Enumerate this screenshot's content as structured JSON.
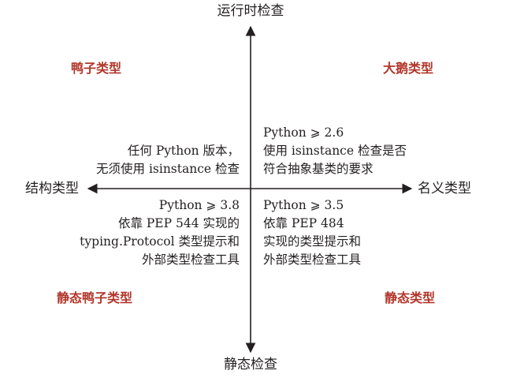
{
  "axes": {
    "top": "运行时检查",
    "bottom": "静态检查",
    "left": "结构类型",
    "right": "名义类型"
  },
  "quadrants": {
    "top_left": "鸭子类型",
    "top_right": "大鹅类型",
    "bottom_left": "静态鸭子类型",
    "bottom_right": "静态类型"
  },
  "notes": {
    "top_left": [
      "任何 Python 版本，",
      "无须使用 isinstance 检查"
    ],
    "top_right": [
      "Python ⩾ 2.6",
      "使用 isinstance 检查是否",
      "符合抽象基类的要求"
    ],
    "bottom_left": [
      "Python ⩾ 3.8",
      "依靠 PEP 544 实现的",
      "typing.Protocol 类型提示和",
      "外部类型检查工具"
    ],
    "bottom_right": [
      "Python ⩾ 3.5",
      "依靠 PEP 484",
      "实现的类型提示和",
      "外部类型检查工具"
    ]
  },
  "colors": {
    "quadrant_title": "#b1362a",
    "axis": "#231f20"
  }
}
